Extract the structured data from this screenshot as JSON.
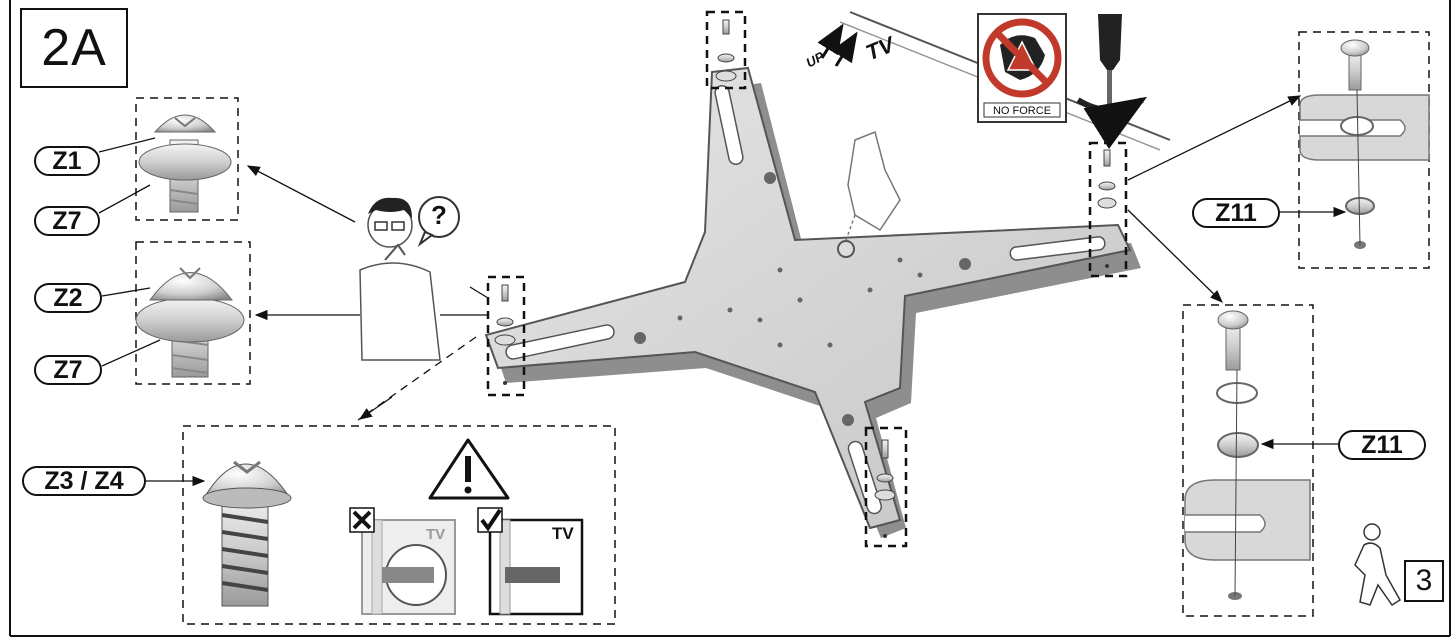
{
  "step": {
    "label": "2A"
  },
  "parts": {
    "z1": "Z1",
    "z7_top": "Z7",
    "z2": "Z2",
    "z7_bottom": "Z7",
    "z3_z4": "Z3 / Z4",
    "z11_top": "Z11",
    "z11_bottom": "Z11"
  },
  "warning_sign": {
    "text": "NO FORCE"
  },
  "orientation": {
    "up_label": "UP",
    "tv_label": "TV"
  },
  "tv_check": {
    "wrong_label": "TV",
    "right_label": "TV"
  },
  "next_step": {
    "label": "3"
  },
  "icons": [
    "question-icon",
    "warning-icon",
    "no-force-icon",
    "screwdriver-icon",
    "walking-person-icon",
    "thumb-press-icon"
  ]
}
